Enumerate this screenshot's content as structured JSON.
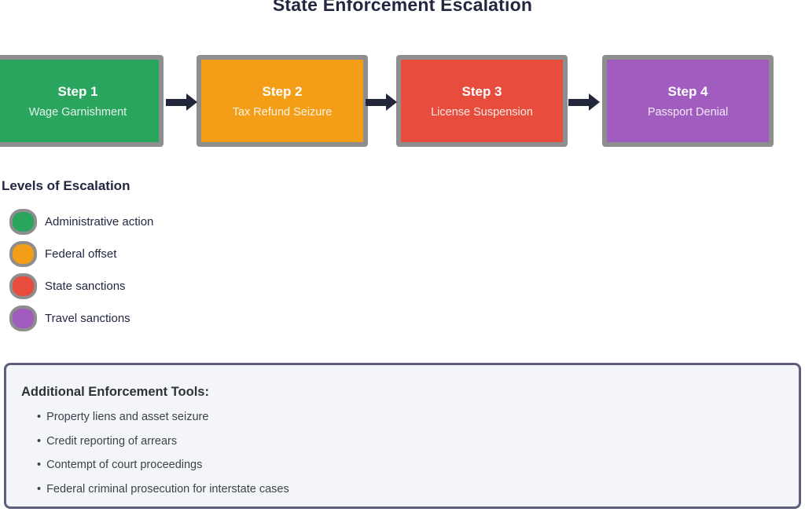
{
  "title": "State Enforcement Escalation",
  "steps": [
    {
      "label": "Step 1",
      "name": "Wage Garnishment",
      "color": "#2aa55e"
    },
    {
      "label": "Step 2",
      "name": "Tax Refund Seizure",
      "color": "#f39e16"
    },
    {
      "label": "Step 3",
      "name": "License Suspension",
      "color": "#e74c3c"
    },
    {
      "label": "Step 4",
      "name": "Passport Denial",
      "color": "#a05cbf"
    }
  ],
  "arrow_icon": "right-arrow",
  "legend": {
    "heading": "Levels of Escalation",
    "items": [
      {
        "label": "Administrative action",
        "color": "#2aa55e"
      },
      {
        "label": "Federal offset",
        "color": "#f39e16"
      },
      {
        "label": "State sanctions",
        "color": "#e74c3c"
      },
      {
        "label": "Travel sanctions",
        "color": "#a05cbf"
      }
    ]
  },
  "tools_box": {
    "heading": "Additional Enforcement Tools:",
    "bullet": "•",
    "items": [
      "Property liens and asset seizure",
      "Credit reporting of arrears",
      "Contempt of court proceedings",
      "Federal criminal prosecution for interstate cases"
    ]
  },
  "colors": {
    "shadow_gray": "#8e8e8e",
    "dark_navy": "#232740",
    "panel_bg": "#f4f5f9",
    "panel_border": "#5d5e7c"
  }
}
